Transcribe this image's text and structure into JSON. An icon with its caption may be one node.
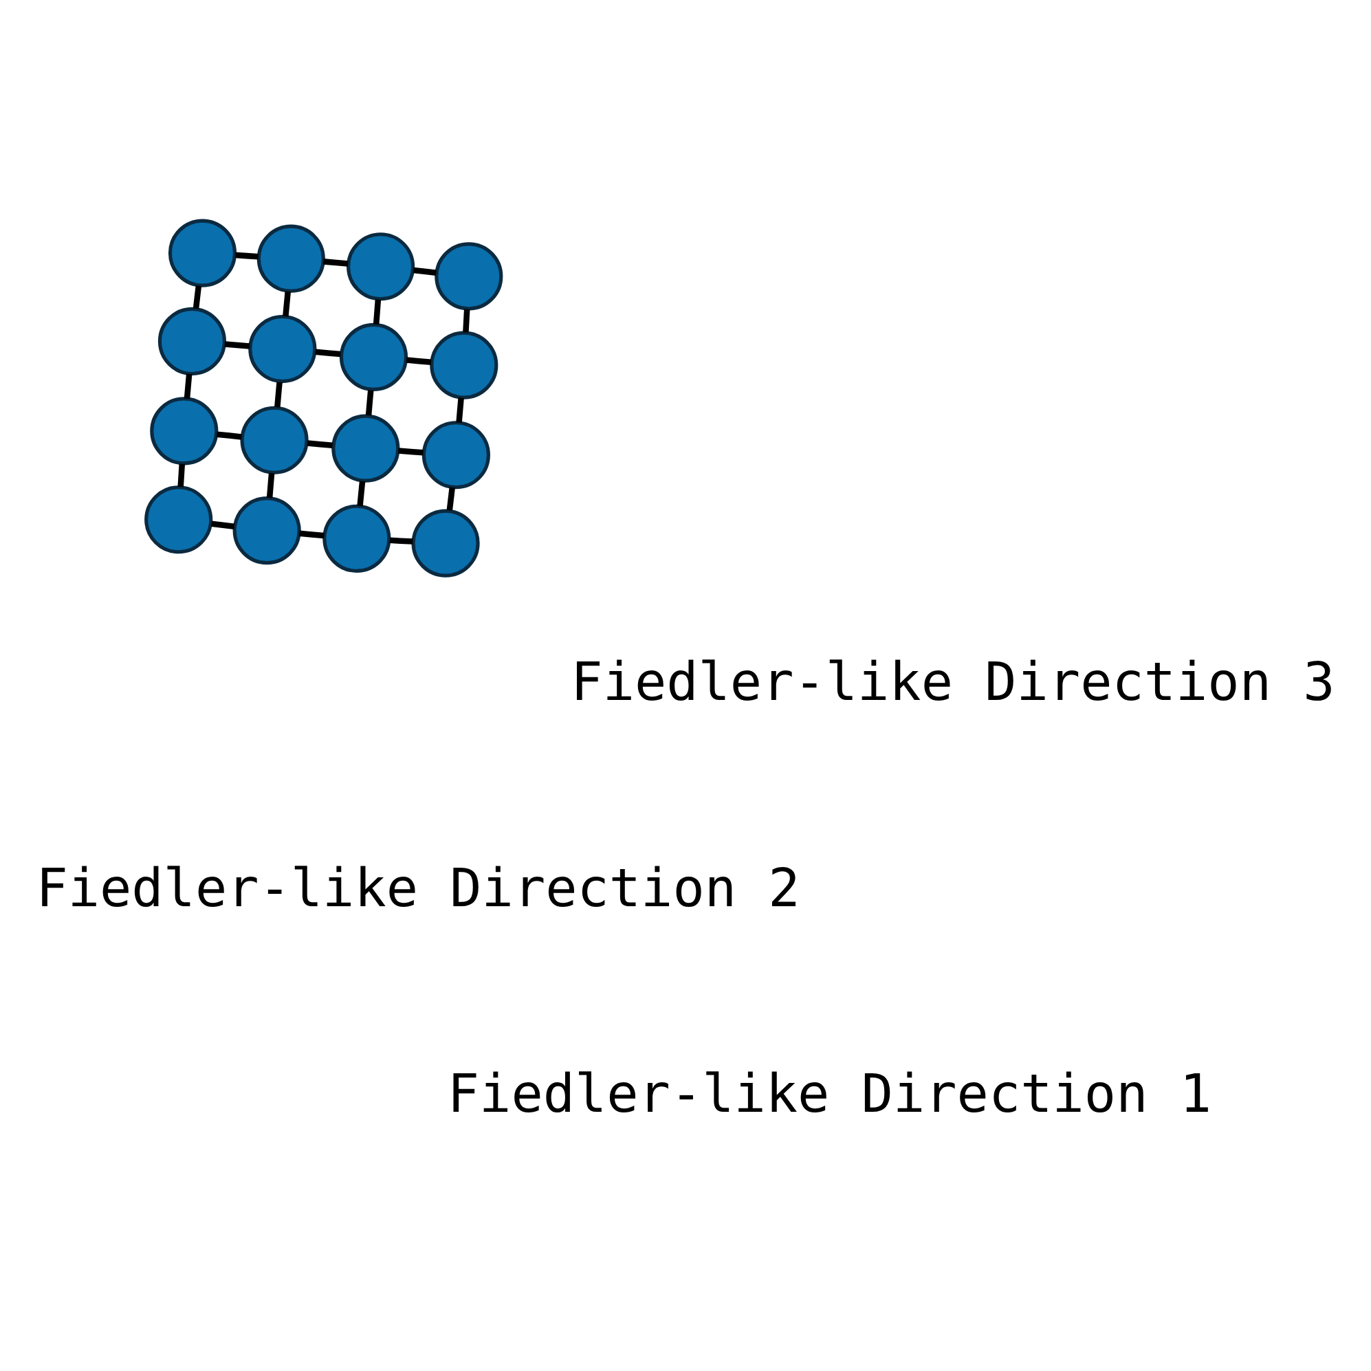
{
  "diagram": {
    "nodes": [
      {
        "text": [],
        "shape": "circle"
      },
      {
        "text": [],
        "shape": "circle"
      },
      {
        "text": [],
        "shape": "circle"
      },
      {
        "text": [],
        "shape": "circle"
      },
      {
        "text": [],
        "shape": "circle"
      },
      {
        "text": [],
        "shape": "circle"
      },
      {
        "text": [],
        "shape": "circle"
      },
      {
        "text": [],
        "shape": "circle"
      },
      {
        "text": [],
        "shape": "circle"
      },
      {
        "text": [],
        "shape": "circle"
      },
      {
        "text": [],
        "shape": "circle"
      },
      {
        "text": [],
        "shape": "circle"
      },
      {
        "text": [],
        "shape": "circle"
      },
      {
        "text": [],
        "shape": "circle"
      },
      {
        "text": [],
        "shape": "circle"
      },
      {
        "text": [],
        "shape": "circle"
      }
    ],
    "edges": [
      {
        "from": 0,
        "to": 1,
        "arrow": "none"
      },
      {
        "from": 1,
        "to": 2,
        "arrow": "none"
      },
      {
        "from": 0,
        "to": 3,
        "arrow": "none"
      },
      {
        "from": 2,
        "to": 3,
        "arrow": "none"
      },
      {
        "from": 0,
        "to": 4,
        "arrow": "none"
      },
      {
        "from": 2,
        "to": 8,
        "arrow": "none"
      },
      {
        "from": 3,
        "to": 6,
        "arrow": "none"
      },
      {
        "from": 3,
        "to": 9,
        "arrow": "none"
      },
      {
        "from": 4,
        "to": 5,
        "arrow": "none"
      },
      {
        "from": 5,
        "to": 7,
        "arrow": "none"
      },
      {
        "from": 4,
        "to": 6,
        "arrow": "none"
      },
      {
        "from": 6,
        "to": 7,
        "arrow": "none"
      },
      {
        "from": 8,
        "to": 10,
        "arrow": "none"
      },
      {
        "from": 10,
        "to": 11,
        "arrow": "none"
      },
      {
        "from": 8,
        "to": 9,
        "arrow": "none"
      },
      {
        "from": 9,
        "to": 11,
        "arrow": "none"
      },
      {
        "from": 6,
        "to": 12,
        "arrow": "none"
      },
      {
        "from": 9,
        "to": 12,
        "arrow": "none"
      },
      {
        "from": 7,
        "to": 13,
        "arrow": "none"
      },
      {
        "from": 11,
        "to": 15,
        "arrow": "none"
      },
      {
        "from": 12,
        "to": 13,
        "arrow": "none"
      },
      {
        "from": 12,
        "to": 15,
        "arrow": "none"
      },
      {
        "from": 13,
        "to": 14,
        "arrow": "none"
      },
      {
        "from": 14,
        "to": 15,
        "arrow": "none"
      }
    ],
    "labels": [
      "Fiedler-like Direction 2",
      "Fiedler-like Direction 3",
      "Fiedler-like Direction 1"
    ]
  }
}
